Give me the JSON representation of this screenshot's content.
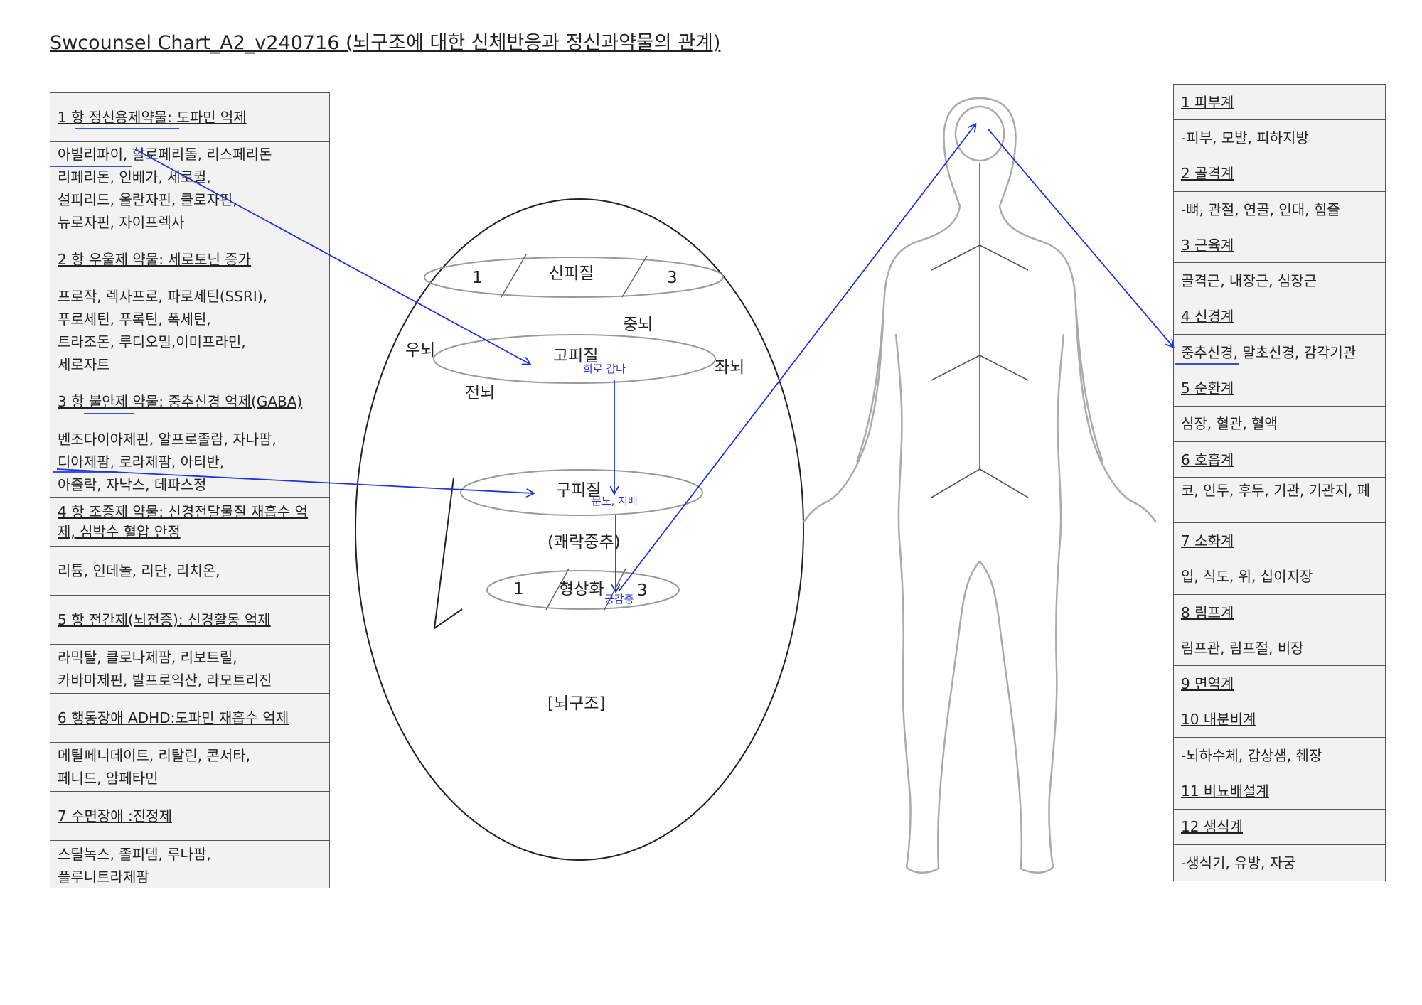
{
  "title": "Swcounsel Chart_A2_v240716 (뇌구조에 대한 신체반응과 정신과약물의 관계)",
  "drugs": [
    {
      "head": "1 항 정신용제약물: 도파민 억제",
      "lines": [
        "아빌리파이, 할로페리돌, 리스페리돈",
        "리페리돈, 인베가, 세로퀼,",
        "설피리드, 올란자핀, 클로자핀,",
        "뉴로자핀, 자이프렉사"
      ]
    },
    {
      "head": "2 항 우울제 약물: 세로토닌 증가",
      "lines": [
        "프로작, 렉사프로, 파로세틴(SSRI),",
        "푸로세틴, 푸록틴, 폭세틴,",
        "트라조돈, 루디오밀,이미프라민,",
        "세로자트"
      ]
    },
    {
      "head": "3 항 불안제 약물: 중추신경 억제(GABA)",
      "lines": [
        "벤조다이아제핀, 알프로졸람, 자나팜,",
        "디아제팜, 로라제팜, 아티반,",
        "아졸락, 자낙스, 데파스정"
      ]
    },
    {
      "head": "4 항 조증제 약물: 신경전달물질 재흡수 억제, 심박수 혈압 안정",
      "lines": [
        "리튬, 인데놀, 리단, 리치온,"
      ]
    },
    {
      "head": "5 항 전간제(뇌전증): 신경활동 억제",
      "lines": [
        "라믹탈, 클로나제팜, 리보트릴,",
        "카바마제핀, 발프로익산, 라모트리진"
      ]
    },
    {
      "head": "6 행동장애 ADHD:도파민 재흡수 억제",
      "lines": [
        "메틸페니데이트, 리탈린, 콘서타,",
        "페니드, 암페타민"
      ]
    },
    {
      "head": "7 수면장애 :진정제",
      "lines": [
        "스틸녹스, 졸피뎀, 루나팜,",
        "플루니트라제팜"
      ]
    }
  ],
  "body_systems": [
    {
      "head": "1 피부계",
      "detail": "-피부, 모발, 피하지방"
    },
    {
      "head": "2 골격계",
      "detail": "-뼈, 관절, 연골, 인대, 힘즐"
    },
    {
      "head": "3 근육계",
      "detail": "골격근, 내장근, 심장근"
    },
    {
      "head": "4 신경계",
      "detail": "중추신경, 말초신경, 감각기관"
    },
    {
      "head": "5 순환계",
      "detail": "심장, 혈관, 혈액"
    },
    {
      "head": "6 호흡계",
      "detail": "코, 인두, 후두, 기관, 기관지, 폐"
    },
    {
      "head": "7 소화계",
      "detail": "입, 식도, 위, 십이지장"
    },
    {
      "head": "8 림프계",
      "detail": "림프관, 림프절, 비장"
    },
    {
      "head": "9 면역계",
      "detail": ""
    },
    {
      "head": "10 내분비계",
      "detail": "-뇌하수체, 갑상샘, 췌장"
    },
    {
      "head": "11 비뇨배설계",
      "detail": ""
    },
    {
      "head": "12 생식계",
      "detail": "-생식기, 유방, 자궁"
    }
  ],
  "brain": {
    "layer1": "신피질",
    "layer2": "고피질",
    "layer3": "구피질",
    "layer4": "형상화",
    "num1": "1",
    "num3": "3",
    "right_brain": "우뇌",
    "left_brain": "좌뇌",
    "mid_brain": "중뇌",
    "fore_brain": "전뇌",
    "pleasure": "(쾌락중추)",
    "caption": "[뇌구조]",
    "note1": "희로 감다",
    "note2": "분노, 지배",
    "note3": "공감증"
  },
  "colors": {
    "annotation": "#2233dd",
    "line": "#222222",
    "cell_bg": "#f2f2f2"
  }
}
